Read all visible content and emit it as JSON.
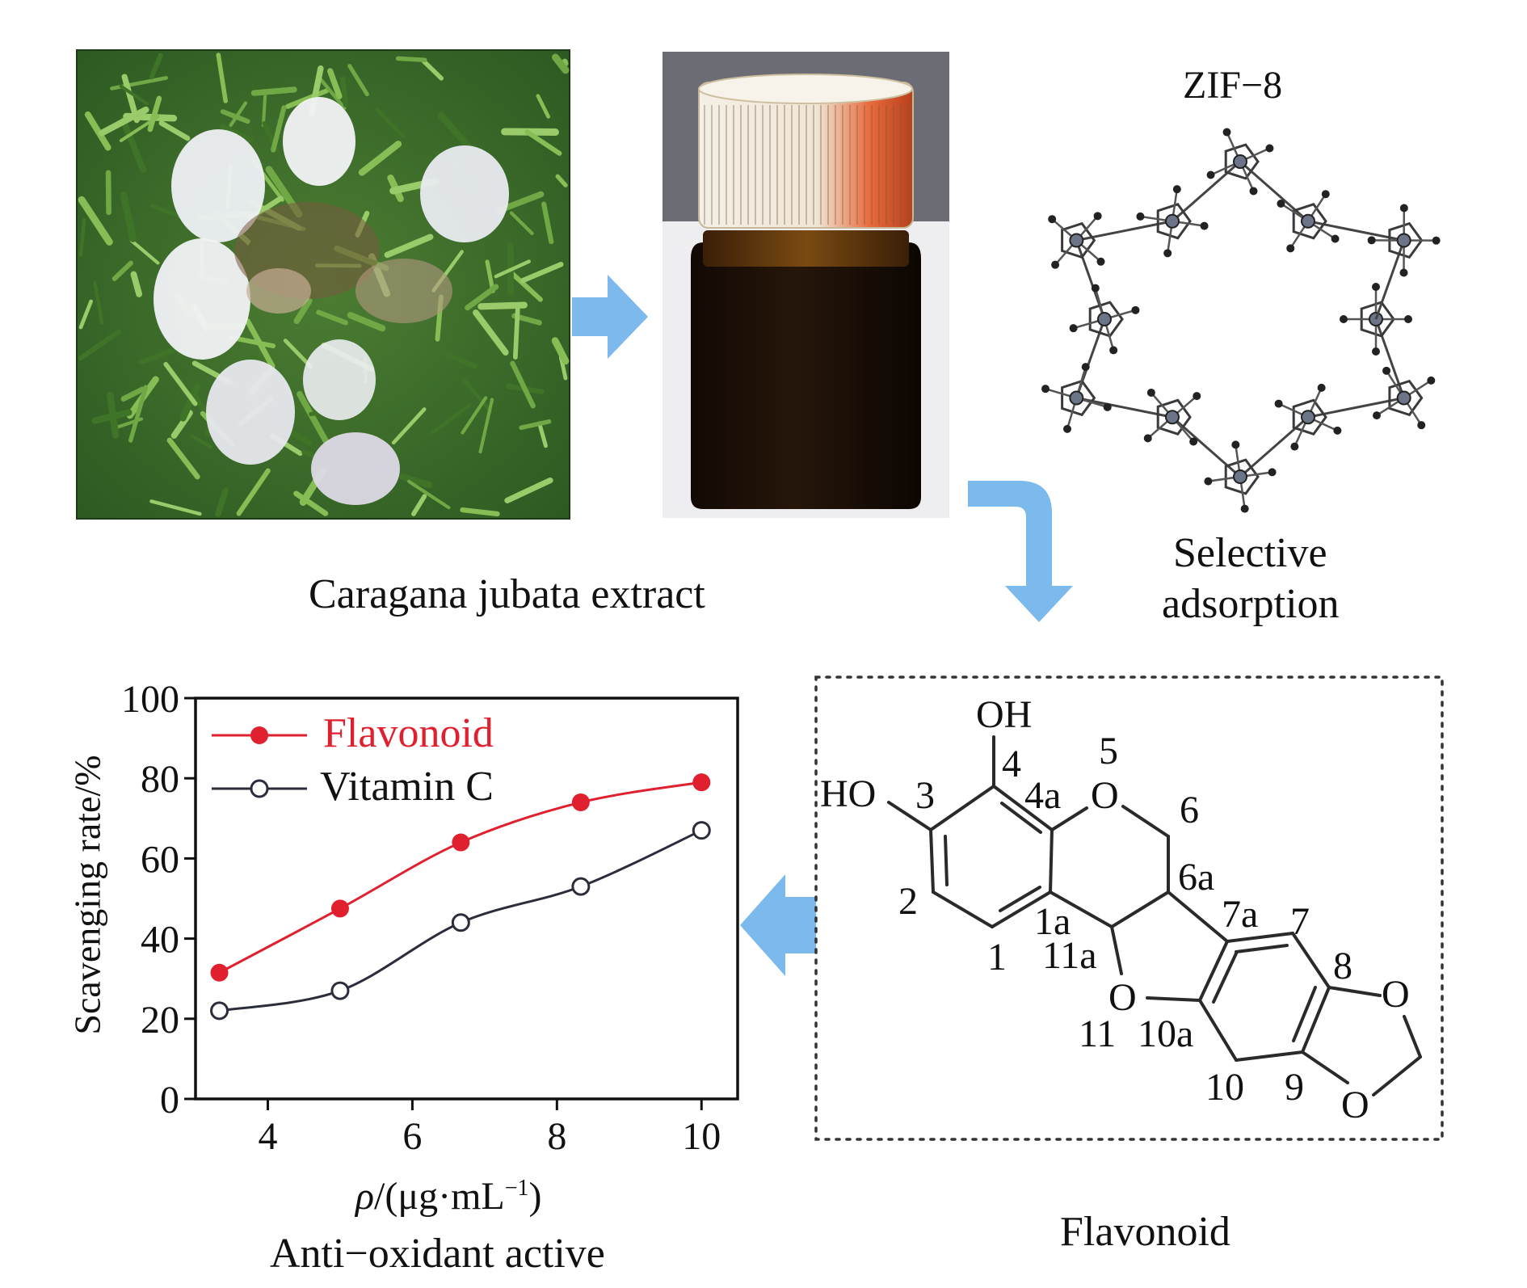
{
  "labels": {
    "extract": "Caragana jubata extract",
    "zif": "ZIF−8",
    "selective": [
      "Selective",
      "adsorption"
    ],
    "flavonoid_caption": "Flavonoid",
    "activity_caption": "Anti−oxidant active"
  },
  "molecule": {
    "oh_top": "OH",
    "ho_left": "HO",
    "atoms": [
      "3",
      "4",
      "4a",
      "5",
      "O",
      "6",
      "6a",
      "2",
      "1a",
      "1",
      "11a",
      "7a",
      "7",
      "8",
      "O",
      "O",
      "11",
      "10a",
      "10",
      "9",
      "O"
    ]
  },
  "colors": {
    "arrow": "#7cb9ec",
    "flavonoid_series": "#e0202e",
    "vitamin_series": "#2b2d3a"
  },
  "chart_data": {
    "type": "line",
    "xlabel_parts": [
      "ρ",
      "/(μg·mL",
      "−1",
      ")"
    ],
    "ylabel": "Scavenging rate/%",
    "xlim": [
      3,
      10.5
    ],
    "ylim": [
      0,
      100
    ],
    "xticks": [
      4,
      6,
      8,
      10
    ],
    "yticks": [
      0,
      20,
      40,
      60,
      80,
      100
    ],
    "legend_position": "top-left",
    "x": [
      3.33,
      5,
      6.67,
      8.33,
      10
    ],
    "series": [
      {
        "name": "Flavonoid",
        "values": [
          31.5,
          47.5,
          64,
          74,
          79
        ],
        "color": "#e0202e",
        "marker": "filled"
      },
      {
        "name": "Vitamin C",
        "values": [
          22,
          27,
          44,
          53,
          67
        ],
        "color": "#2b2d3a",
        "marker": "open"
      }
    ]
  }
}
